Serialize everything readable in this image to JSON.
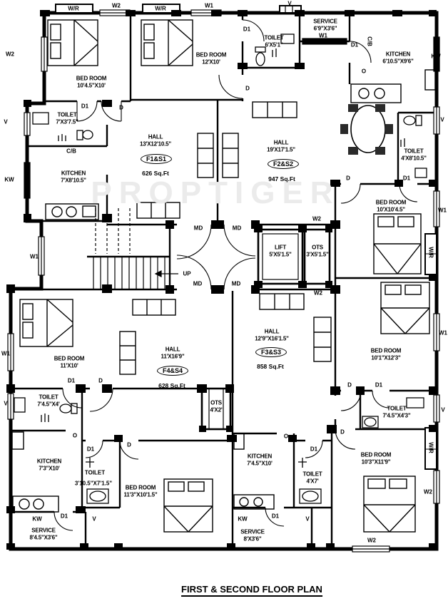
{
  "title": "FIRST & SECOND FLOOR PLAN",
  "watermark": "PROPTIGER",
  "plan": {
    "units": [
      {
        "code": "F1&S1",
        "area": "626 Sq.Ft"
      },
      {
        "code": "F2&S2",
        "area": "947 Sq.Ft"
      },
      {
        "code": "F3&S3",
        "area": "858 Sq.Ft"
      },
      {
        "code": "F4&S4",
        "area": "628 Sq.Ft"
      }
    ]
  },
  "labels": {
    "wr_top_left": "W/R",
    "w2_top": "W2",
    "wr_top_mid": "W/R",
    "w1_top": "W1",
    "v_top": "V",
    "service_f2": "SERVICE\n6'9\"X3'6\"",
    "w1_service": "W1",
    "d1_toilet_f2": "D1",
    "toilet_f2": "TOILET\n6'X5'1\"",
    "d1_kitchen_f2": "D1",
    "cb_f2": "C/B",
    "kitchen_f2": "KITCHEN\n6'10.5\"X9'6\"",
    "kw_right": "KW",
    "o_f2": "O",
    "d_bed_tm": "D",
    "w2_left": "W2",
    "v_left": "V",
    "kw_left": "KW",
    "cb_f1": "C/B",
    "w1_stair": "W1",
    "w1_left": "W1",
    "v_left_low": "V",
    "bedroom_tl": "BED ROOM\n10'4.5\"X10'",
    "bedroom_tm": "BED ROOM\n12'X10'",
    "toilet_f1": "TOILET\n7'X3'7.5\"",
    "kitchen_f1": "KITCHEN\n7'X8'10.5\"",
    "hall_f1": "HALL\n13'X12'10.5\"",
    "d1_f1": "D1",
    "d_f1": "D",
    "hall_f2": "HALL\n19'X17'1.5\"",
    "toilet_f2r": "TOILET\n4'X8'10.5\"",
    "v_right": "V",
    "bedroom_f2r": "BED ROOM\n10'X10'4.5\"",
    "w1_right": "W1",
    "wr_right": "W/R",
    "d_f2r": "D",
    "d1_f2r": "D1",
    "md_1": "MD",
    "md_2": "MD",
    "md_3": "MD",
    "md_4": "MD",
    "lift": "LIFT\n5'X5'1.5\"",
    "ots_mid": "OTS\n3'X5'1.5\"",
    "w2_mid_top": "W2",
    "w2_mid_bottom": "W2",
    "up": "UP",
    "bedroom_f4": "BED ROOM\n11'X10'",
    "hall_f4": "HALL\n11'X16'9\"",
    "d1_f4": "D1",
    "d_f4": "D",
    "toilet_f4": "TOILET\n7'4.5\"X4'",
    "o_f4": "O",
    "d1_f4_toilet2": "D1",
    "d_f4_bed2": "D",
    "kitchen_f4": "KITCHEN\n7'3\"X10'",
    "toilet_f4b_name": "TOILET",
    "toilet_f4b_dim": "3'10.5\"X7'1.5\"",
    "bedroom_f4b": "BED ROOM\n11'3\"X10'1.5\"",
    "kw_f4": "KW",
    "service_f4": "SERVICE\n8'4.5\"X3'6\"",
    "d1_f4s": "D1",
    "v_f4": "V",
    "ots_bottom": "OTS\n4'X2'",
    "kw_f3": "KW",
    "service_f3": "SERVICE\n8'X3'6\"",
    "d1_f3s": "D1",
    "v_f3": "V",
    "kitchen_f3": "KITCHEN\n7'4.5\"X10'",
    "o_f3": "O",
    "d1_f3t": "D1",
    "toilet_f3t": "TOILET\n4'X7'",
    "d_f3b": "D",
    "w2_bottom": "W2",
    "hall_f3": "HALL\n12'9\"X16'1.5\"",
    "bedroom_f3r": "BED ROOM\n10'1\"X12'3\"",
    "w1_right2": "W1",
    "d_f3r": "D",
    "d1_f3r": "D1",
    "toilet_f3r": "TOILET\n7'4.5\"X4'3\"",
    "v_right2": "V",
    "wr_right2": "W/R",
    "bedroom_f3b": "BED ROOM\n10'3\"X11'9\"",
    "w2_right": "W2"
  }
}
